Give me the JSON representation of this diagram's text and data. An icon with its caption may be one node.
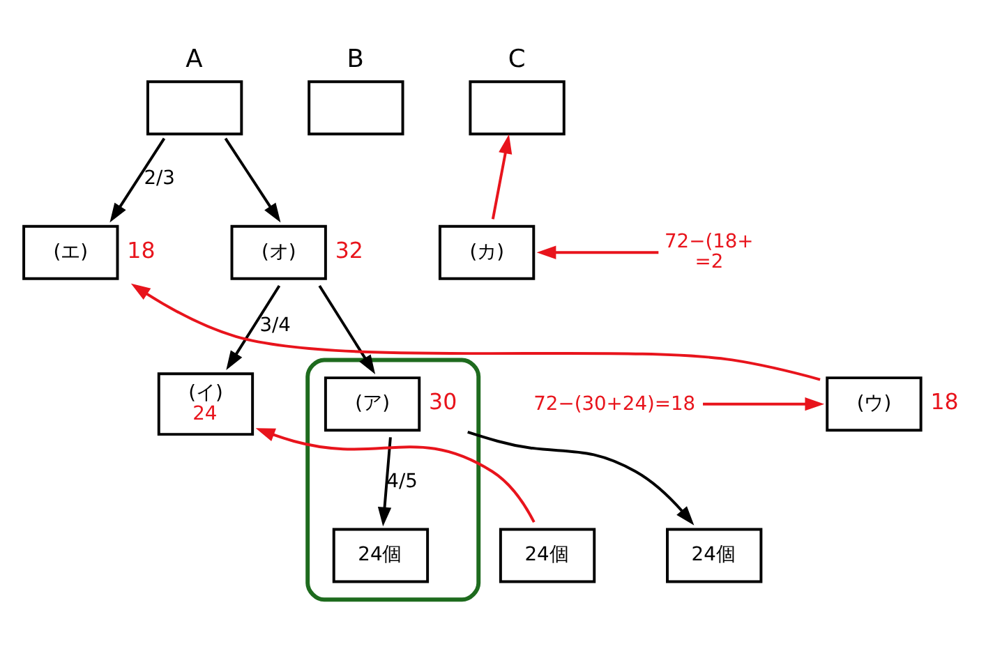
{
  "diagram": {
    "nodes": [
      {
        "text": [
          "A"
        ]
      },
      {
        "text": [
          "B"
        ]
      },
      {
        "text": [
          "C"
        ]
      },
      {
        "text": [
          "(エ)"
        ],
        "beside": [
          "18"
        ]
      },
      {
        "text": [
          "(オ)"
        ],
        "beside": [
          "32"
        ]
      },
      {
        "text": [
          "(カ)"
        ]
      },
      {
        "text": [
          "72−(18+",
          "=2"
        ]
      },
      {
        "text": [
          "72−(30+24)=18"
        ]
      },
      {
        "text": [
          "(ウ)"
        ],
        "beside": [
          "18"
        ]
      },
      {
        "text": [
          "(イ)",
          "24"
        ]
      },
      {
        "text": [],
        "shape": "oval"
      },
      {
        "text": [
          "(ア)"
        ],
        "beside": [
          "30"
        ],
        "in": 10
      },
      {
        "text": [
          "24個"
        ]
      },
      {
        "text": [
          "24個"
        ]
      },
      {
        "text": [
          "24個"
        ],
        "in": 10
      }
    ],
    "edges": [
      {
        "from": 0,
        "to": 3,
        "arrow": "to",
        "label": "2/3"
      },
      {
        "from": 0,
        "to": 4,
        "arrow": "to"
      },
      {
        "from": 5,
        "to": 2,
        "arrow": "to",
        "color": "#e8141c"
      },
      {
        "from": 6,
        "to": 5,
        "arrow": "to",
        "color": "#e8141c"
      },
      {
        "from": 4,
        "to": 9,
        "arrow": "to",
        "label": "3/4"
      },
      {
        "from": 4,
        "to": 11,
        "arrow": "to"
      },
      {
        "from": 7,
        "to": 8,
        "arrow": "to",
        "color": "#e8141c"
      },
      {
        "from": 8,
        "to": 3,
        "arrow": "to",
        "color": "#e8141c"
      },
      {
        "from": 13,
        "to": 9,
        "arrow": "to",
        "color": "#e8141c"
      },
      {
        "from": 11,
        "to": 12,
        "arrow": "to"
      },
      {
        "from": 11,
        "to": 14,
        "arrow": "to",
        "label": "4/5"
      }
    ]
  }
}
